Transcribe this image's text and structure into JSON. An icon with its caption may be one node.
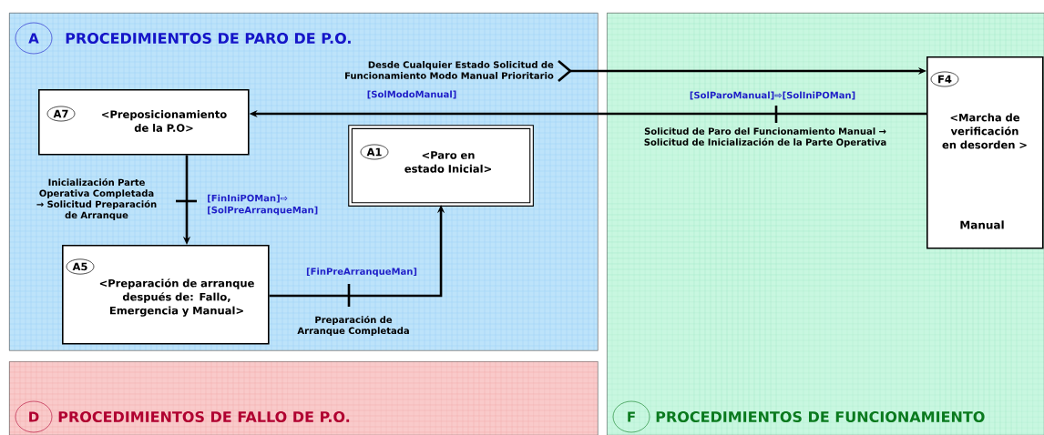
{
  "diagram": {
    "nodes": [
      {
        "text": [
          "A",
          "PROCEDIMIENTOS DE PARO DE P.O."
        ]
      },
      {
        "text": [
          "A7",
          "<Preposicionamiento de la P.O>"
        ],
        "in": 0
      },
      {
        "text": [
          "A1",
          "<Paro en estado Inicial>"
        ],
        "in": 0
      },
      {
        "text": [
          "A5",
          "<Preparación de arranque después de: Fallo, Emergencia y Manual>"
        ],
        "in": 0
      },
      {
        "text": [
          "D",
          "PROCEDIMIENTOS DE FALLO DE P.O."
        ]
      },
      {
        "text": [
          "F",
          "PROCEDIMIENTOS DE FUNCIONAMIENTO"
        ]
      },
      {
        "text": [
          "F4",
          "<Marcha de verificación en desorden >",
          "Manual"
        ],
        "in": 5
      }
    ],
    "edges": [
      {
        "from": null,
        "to": 6,
        "arrow": "to",
        "label": "Desde Cualquier Estado Solicitud de Funcionamiento Modo Manual Prioritario"
      },
      {
        "from": 6,
        "to": 1,
        "arrow": "to",
        "label": "Solicitud de Paro del Funcionamiento Manual → Solicitud de Inicialización de la Parte Operativa"
      },
      {
        "from": 1,
        "to": 3,
        "arrow": "to",
        "label": "Inicialización Parte Operativa Completada → Solicitud Preparación de Arranque"
      },
      {
        "from": 3,
        "to": 2,
        "arrow": "to",
        "label": "Preparación de Arranque Completada"
      }
    ],
    "labels": [
      "[SolModoManual]",
      "[SolParoManual]⇨[SolIniPOMan]",
      "[FinIniPOMan]⇨ [SolPreArranqueMan]",
      "[FinPreArranqueMan]"
    ]
  }
}
